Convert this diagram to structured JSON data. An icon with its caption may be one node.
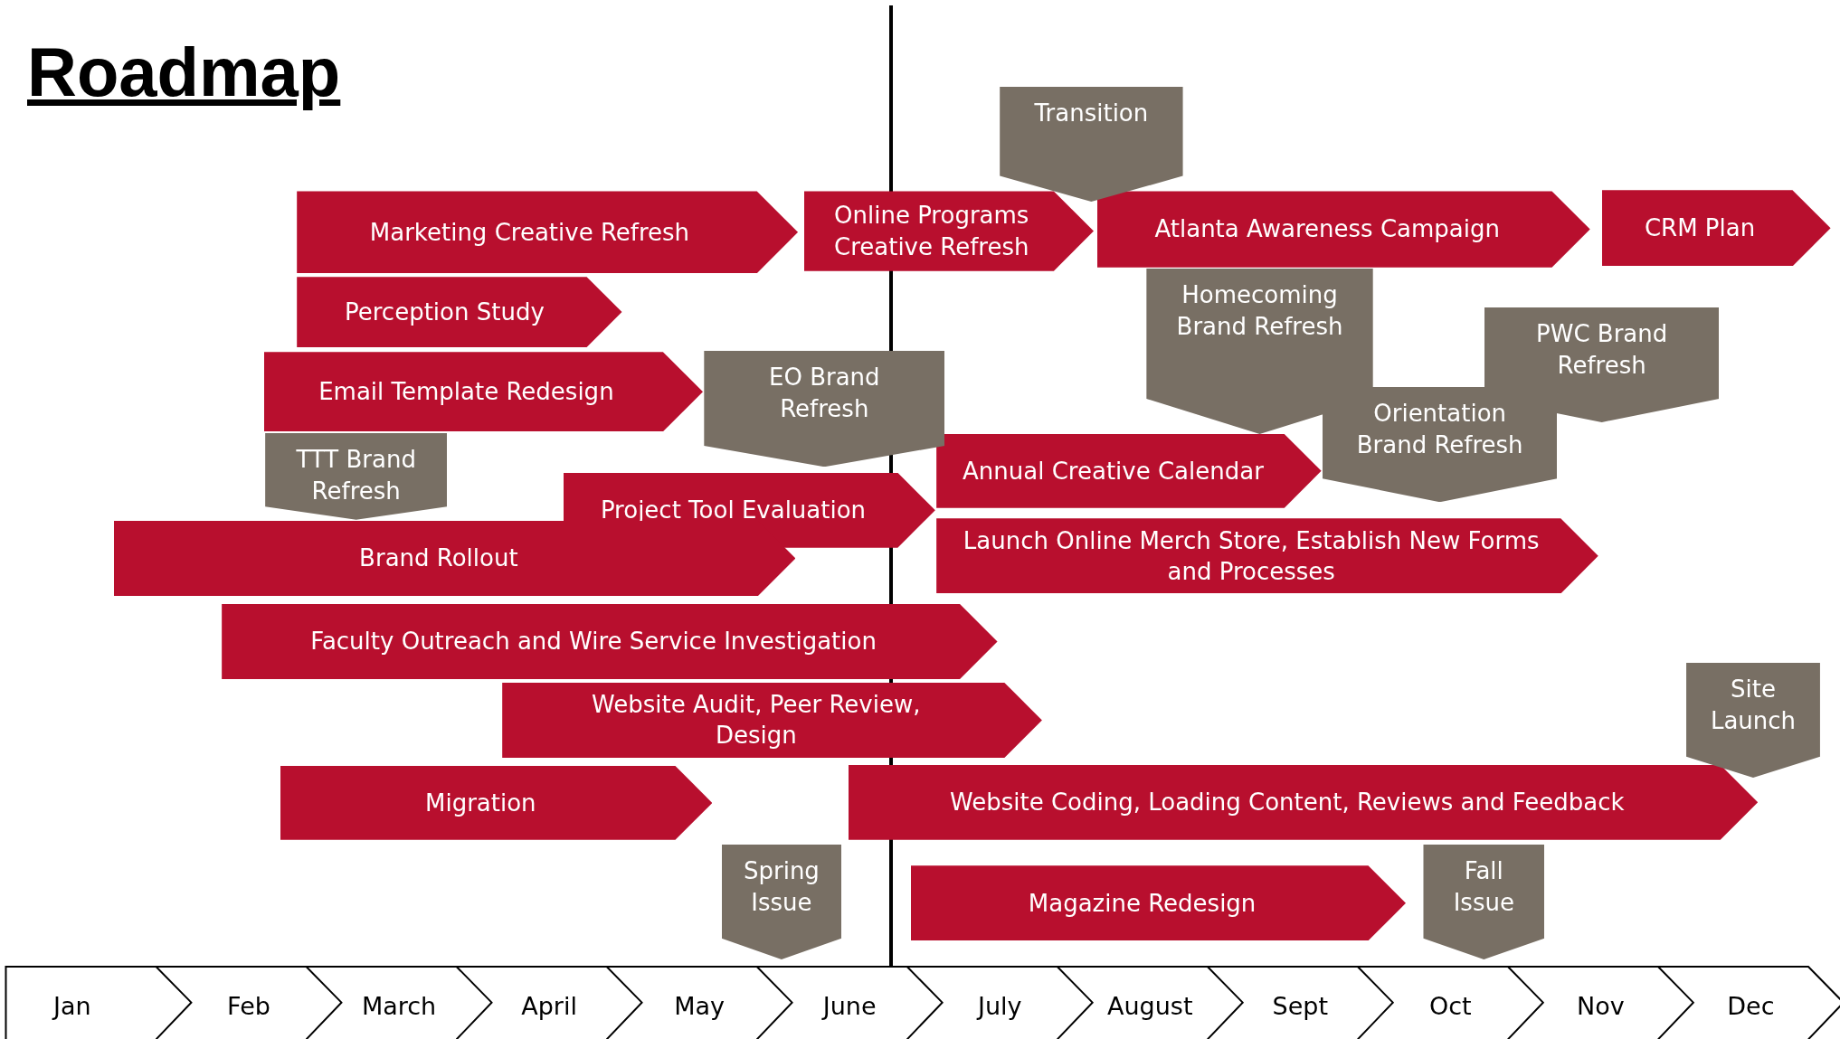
{
  "diagram": {
    "title": "Roadmap",
    "nodes": [
      {
        "text": [
          "Marketing Creative Refresh"
        ]
      },
      {
        "text": [
          "Online Programs Creative Refresh"
        ]
      },
      {
        "text": [
          "Atlanta Awareness Campaign"
        ]
      },
      {
        "text": [
          "CRM Plan"
        ]
      },
      {
        "text": [
          "Perception Study"
        ]
      },
      {
        "text": [
          "Email Template Redesign"
        ]
      },
      {
        "text": [
          "Annual Creative Calendar"
        ]
      },
      {
        "text": [
          "Project Tool Evaluation"
        ]
      },
      {
        "text": [
          "Brand Rollout"
        ]
      },
      {
        "text": [
          "Launch Online Merch Store, Establish New Forms and Processes"
        ]
      },
      {
        "text": [
          "Faculty Outreach and Wire Service Investigation"
        ]
      },
      {
        "text": [
          "Website Audit, Peer Review, Design"
        ]
      },
      {
        "text": [
          "Migration"
        ]
      },
      {
        "text": [
          "Website Coding, Loading Content, Reviews and Feedback"
        ]
      },
      {
        "text": [
          "Magazine Redesign"
        ]
      },
      {
        "text": [
          "Transition"
        ]
      },
      {
        "text": [
          "Homecoming Brand Refresh"
        ]
      },
      {
        "text": [
          "PWC Brand Refresh"
        ]
      },
      {
        "text": [
          "Orientation Brand Refresh"
        ]
      },
      {
        "text": [
          "EO Brand Refresh"
        ]
      },
      {
        "text": [
          "TTT Brand Refresh"
        ]
      },
      {
        "text": [
          "Site Launch"
        ]
      },
      {
        "text": [
          "Spring Issue"
        ]
      },
      {
        "text": [
          "Fall Issue"
        ]
      },
      {
        "text": [
          "Jan"
        ]
      },
      {
        "text": [
          "Feb"
        ]
      },
      {
        "text": [
          "March"
        ]
      },
      {
        "text": [
          "April"
        ]
      },
      {
        "text": [
          "May"
        ]
      },
      {
        "text": [
          "June"
        ]
      },
      {
        "text": [
          "July"
        ]
      },
      {
        "text": [
          "August"
        ]
      },
      {
        "text": [
          "Sept"
        ]
      },
      {
        "text": [
          "Oct"
        ]
      },
      {
        "text": [
          "Nov"
        ]
      },
      {
        "text": [
          "Dec"
        ]
      }
    ]
  }
}
